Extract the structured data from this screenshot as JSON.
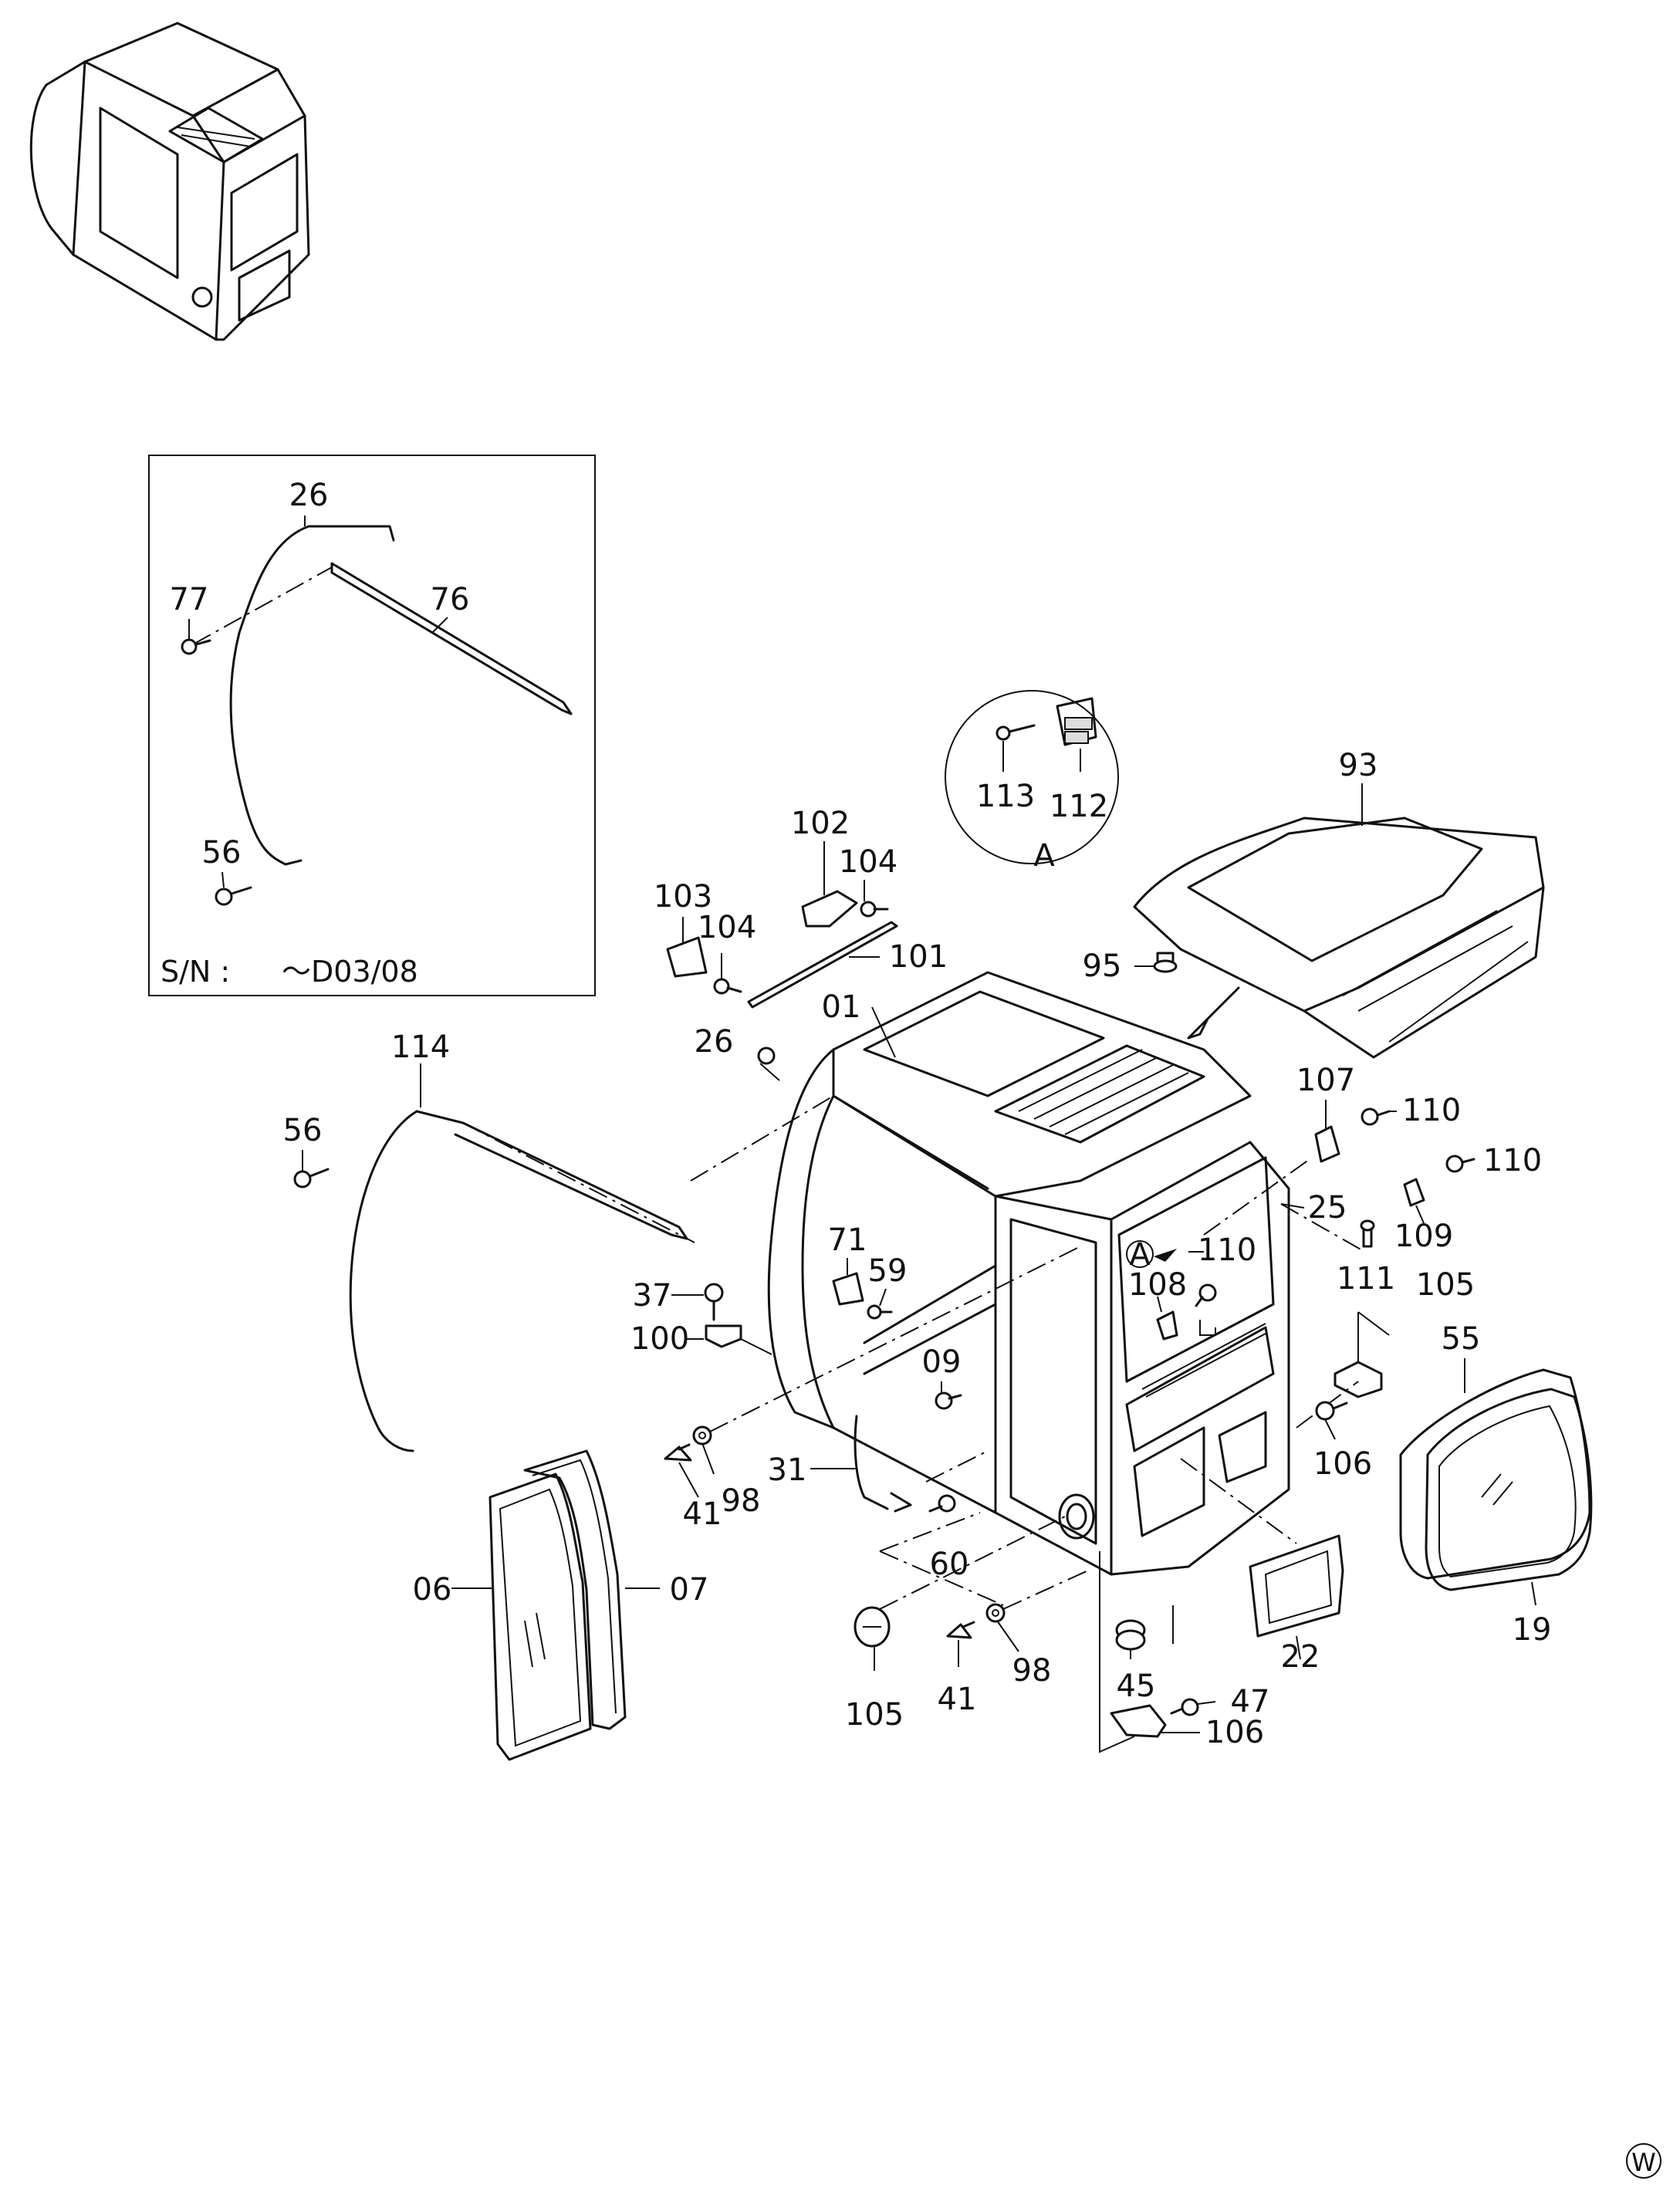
{
  "serial_note": {
    "prefix": "S/N :",
    "range": "～D03/08"
  },
  "view_marker": "A",
  "corner_mark": "W",
  "callouts": [
    {
      "id": "inset-26",
      "text": "26"
    },
    {
      "id": "inset-77",
      "text": "77"
    },
    {
      "id": "inset-76",
      "text": "76"
    },
    {
      "id": "inset-56",
      "text": "56"
    },
    {
      "id": "c113",
      "text": "113"
    },
    {
      "id": "c112",
      "text": "112"
    },
    {
      "id": "c93",
      "text": "93"
    },
    {
      "id": "c102",
      "text": "102"
    },
    {
      "id": "c104a",
      "text": "104"
    },
    {
      "id": "c103",
      "text": "103"
    },
    {
      "id": "c104b",
      "text": "104"
    },
    {
      "id": "c101",
      "text": "101"
    },
    {
      "id": "c95",
      "text": "95"
    },
    {
      "id": "c01",
      "text": "01"
    },
    {
      "id": "c26",
      "text": "26"
    },
    {
      "id": "c114",
      "text": "114"
    },
    {
      "id": "c56",
      "text": "56"
    },
    {
      "id": "c107",
      "text": "107"
    },
    {
      "id": "c110a",
      "text": "110"
    },
    {
      "id": "c110b",
      "text": "110"
    },
    {
      "id": "c25",
      "text": "25"
    },
    {
      "id": "c109",
      "text": "109"
    },
    {
      "id": "c71",
      "text": "71"
    },
    {
      "id": "c59",
      "text": "59"
    },
    {
      "id": "c37",
      "text": "37"
    },
    {
      "id": "c110c",
      "text": "110"
    },
    {
      "id": "c111",
      "text": "111"
    },
    {
      "id": "c108",
      "text": "108"
    },
    {
      "id": "c105a",
      "text": "105"
    },
    {
      "id": "c55",
      "text": "55"
    },
    {
      "id": "c100",
      "text": "100"
    },
    {
      "id": "c09",
      "text": "09"
    },
    {
      "id": "c106a",
      "text": "106"
    },
    {
      "id": "c31",
      "text": "31"
    },
    {
      "id": "c41a",
      "text": "41"
    },
    {
      "id": "c98a",
      "text": "98"
    },
    {
      "id": "c60",
      "text": "60"
    },
    {
      "id": "c06",
      "text": "06"
    },
    {
      "id": "c07",
      "text": "07"
    },
    {
      "id": "c22",
      "text": "22"
    },
    {
      "id": "c19",
      "text": "19"
    },
    {
      "id": "c98b",
      "text": "98"
    },
    {
      "id": "c41b",
      "text": "41"
    },
    {
      "id": "c45",
      "text": "45"
    },
    {
      "id": "c47",
      "text": "47"
    },
    {
      "id": "c106b",
      "text": "106"
    },
    {
      "id": "c105b",
      "text": "105"
    }
  ]
}
